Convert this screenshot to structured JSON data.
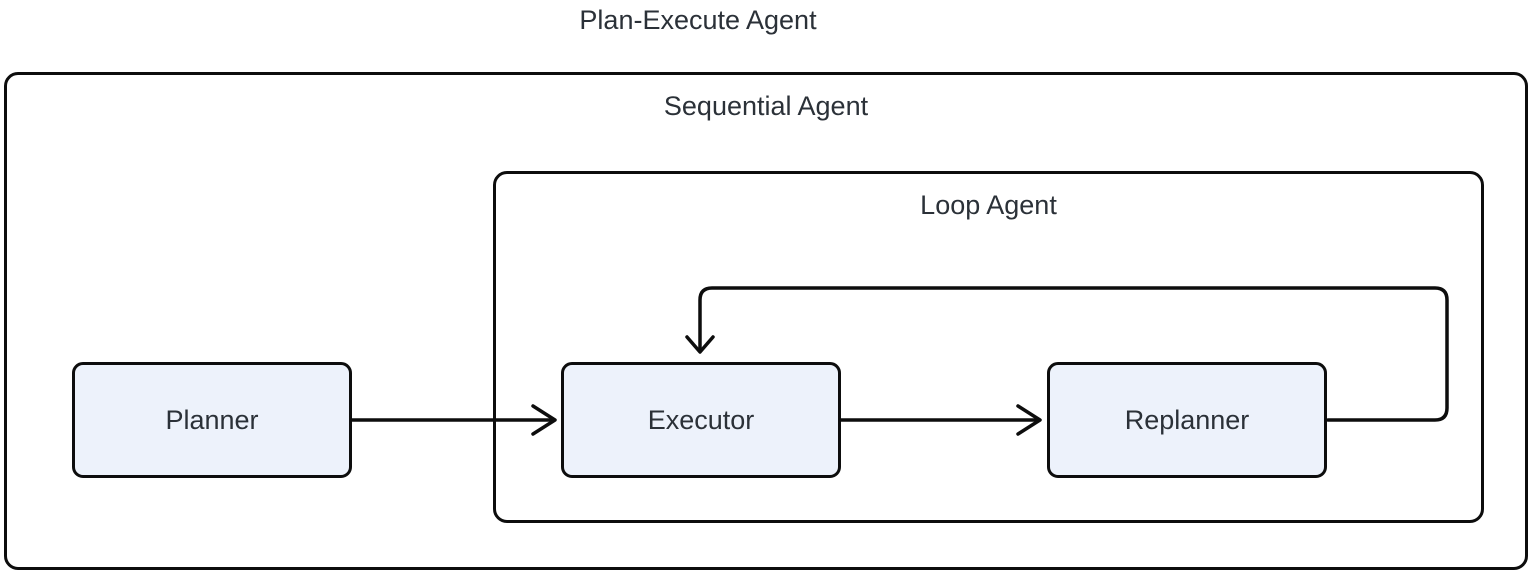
{
  "title": "Plan-Execute Agent",
  "containers": {
    "sequential": {
      "label": "Sequential Agent"
    },
    "loop": {
      "label": "Loop Agent"
    }
  },
  "nodes": [
    {
      "id": "planner",
      "label": "Planner"
    },
    {
      "id": "executor",
      "label": "Executor"
    },
    {
      "id": "replanner",
      "label": "Replanner"
    }
  ],
  "edges": [
    {
      "from": "planner",
      "to": "executor",
      "type": "straight-arrow"
    },
    {
      "from": "executor",
      "to": "replanner",
      "type": "straight-arrow"
    },
    {
      "from": "replanner",
      "to": "executor",
      "type": "loop-back-arrow"
    }
  ],
  "colors": {
    "node_fill": "#edf2fb",
    "node_border": "#0d0d0d",
    "container_border": "#0d0d0d",
    "line": "#0d0d0d",
    "text": "#2b3138",
    "background": "#ffffff"
  }
}
